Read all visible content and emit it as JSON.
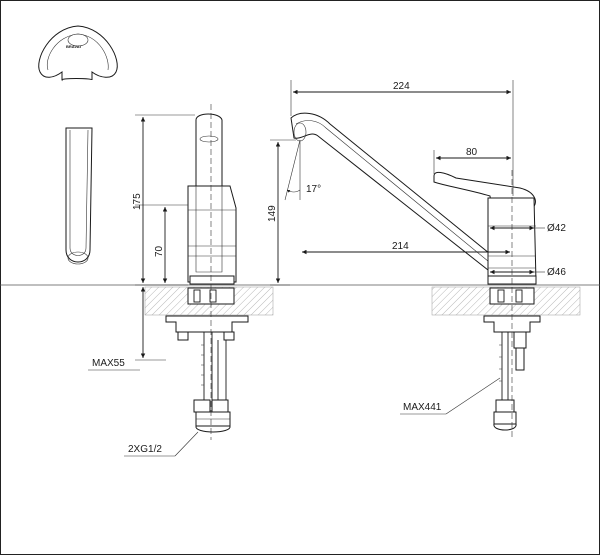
{
  "brand": "BRAVAT",
  "dimensions": {
    "spout_reach": "224",
    "handle_length": "80",
    "spout_angle": "17°",
    "height_total": "175",
    "height_spout": "149",
    "height_base": "70",
    "spout_offset": "214",
    "dia_upper": "Ø42",
    "dia_base": "Ø46",
    "max_thickness": "MAX55",
    "max_hose": "MAX441",
    "connection": "2XG1/2"
  }
}
